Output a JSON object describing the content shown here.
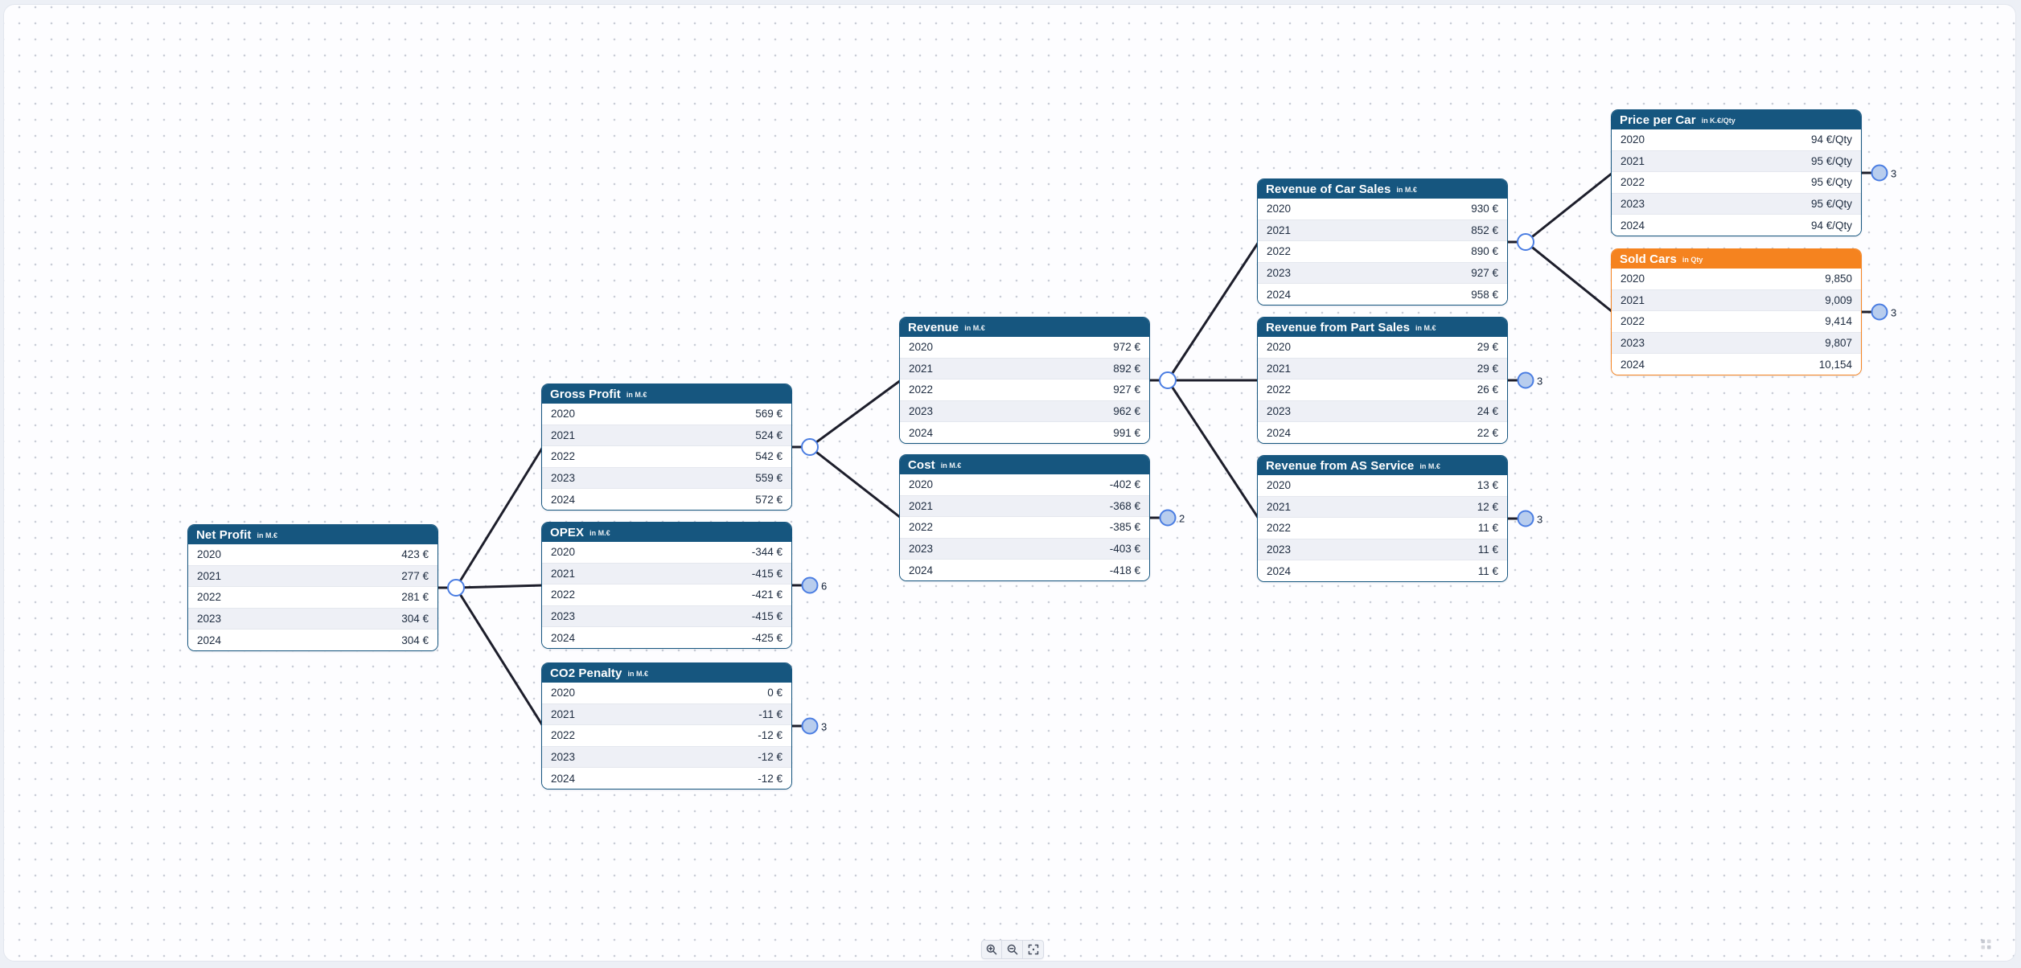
{
  "diagram": {
    "nodes": [
      {
        "id": "net-profit",
        "title": "Net Profit",
        "unit": "in M.€",
        "theme": "blue",
        "years": [
          "2020",
          "2021",
          "2022",
          "2023",
          "2024"
        ],
        "values": [
          "423 €",
          "277 €",
          "281 €",
          "304 €",
          "304 €"
        ],
        "connector": "expanded",
        "badge": null
      },
      {
        "id": "gross-profit",
        "title": "Gross Profit",
        "unit": "in M.€",
        "theme": "blue",
        "years": [
          "2020",
          "2021",
          "2022",
          "2023",
          "2024"
        ],
        "values": [
          "569 €",
          "524 €",
          "542 €",
          "559 €",
          "572 €"
        ],
        "connector": "expanded",
        "badge": null
      },
      {
        "id": "opex",
        "title": "OPEX",
        "unit": "in M.€",
        "theme": "blue",
        "years": [
          "2020",
          "2021",
          "2022",
          "2023",
          "2024"
        ],
        "values": [
          "-344 €",
          "-415 €",
          "-421 €",
          "-415 €",
          "-425 €"
        ],
        "connector": "collapsed",
        "badge": "6"
      },
      {
        "id": "co2-penalty",
        "title": "CO2 Penalty",
        "unit": "in M.€",
        "theme": "blue",
        "years": [
          "2020",
          "2021",
          "2022",
          "2023",
          "2024"
        ],
        "values": [
          "0 €",
          "-11 €",
          "-12 €",
          "-12 €",
          "-12 €"
        ],
        "connector": "collapsed",
        "badge": "3"
      },
      {
        "id": "revenue",
        "title": "Revenue",
        "unit": "in M.€",
        "theme": "blue",
        "years": [
          "2020",
          "2021",
          "2022",
          "2023",
          "2024"
        ],
        "values": [
          "972 €",
          "892 €",
          "927 €",
          "962 €",
          "991 €"
        ],
        "connector": "expanded",
        "badge": null
      },
      {
        "id": "cost",
        "title": "Cost",
        "unit": "in M.€",
        "theme": "blue",
        "years": [
          "2020",
          "2021",
          "2022",
          "2023",
          "2024"
        ],
        "values": [
          "-402 €",
          "-368 €",
          "-385 €",
          "-403 €",
          "-418 €"
        ],
        "connector": "collapsed",
        "badge": "2"
      },
      {
        "id": "revenue-of-car-sales",
        "title": "Revenue of Car Sales",
        "unit": "in M.€",
        "theme": "blue",
        "years": [
          "2020",
          "2021",
          "2022",
          "2023",
          "2024"
        ],
        "values": [
          "930 €",
          "852 €",
          "890 €",
          "927 €",
          "958 €"
        ],
        "connector": "expanded",
        "badge": null
      },
      {
        "id": "revenue-from-part-sales",
        "title": "Revenue from Part Sales",
        "unit": "in M.€",
        "theme": "blue",
        "years": [
          "2020",
          "2021",
          "2022",
          "2023",
          "2024"
        ],
        "values": [
          "29 €",
          "29 €",
          "26 €",
          "24 €",
          "22 €"
        ],
        "connector": "collapsed",
        "badge": "3"
      },
      {
        "id": "revenue-from-as-service",
        "title": "Revenue from AS Service",
        "unit": "in M.€",
        "theme": "blue",
        "years": [
          "2020",
          "2021",
          "2022",
          "2023",
          "2024"
        ],
        "values": [
          "13 €",
          "12 €",
          "11 €",
          "11 €",
          "11 €"
        ],
        "connector": "collapsed",
        "badge": "3"
      },
      {
        "id": "price-per-car",
        "title": "Price per Car",
        "unit": "in K.€/Qty",
        "theme": "blue",
        "years": [
          "2020",
          "2021",
          "2022",
          "2023",
          "2024"
        ],
        "values": [
          "94 €/Qty",
          "95 €/Qty",
          "95 €/Qty",
          "95 €/Qty",
          "94 €/Qty"
        ],
        "connector": "collapsed",
        "badge": "3"
      },
      {
        "id": "sold-cars",
        "title": "Sold Cars",
        "unit": "in Qty",
        "theme": "orange",
        "years": [
          "2020",
          "2021",
          "2022",
          "2023",
          "2024"
        ],
        "values": [
          "9,850",
          "9,009",
          "9,414",
          "9,807",
          "10,154"
        ],
        "connector": "collapsed",
        "badge": "3"
      }
    ],
    "edges": [
      {
        "from": "net-profit",
        "to": "gross-profit"
      },
      {
        "from": "net-profit",
        "to": "opex"
      },
      {
        "from": "net-profit",
        "to": "co2-penalty"
      },
      {
        "from": "gross-profit",
        "to": "revenue"
      },
      {
        "from": "gross-profit",
        "to": "cost"
      },
      {
        "from": "revenue",
        "to": "revenue-of-car-sales"
      },
      {
        "from": "revenue",
        "to": "revenue-from-part-sales"
      },
      {
        "from": "revenue",
        "to": "revenue-from-as-service"
      },
      {
        "from": "revenue-of-car-sales",
        "to": "price-per-car"
      },
      {
        "from": "revenue-of-car-sales",
        "to": "sold-cars"
      }
    ]
  },
  "controls": {
    "icons": {
      "zoom_in": "magnifier-plus",
      "zoom_out": "magnifier-minus",
      "fit_view": "fit-frame"
    }
  },
  "attribution_icon": "flow-logo",
  "colors": {
    "header_blue": "#16567F",
    "header_orange": "#F5831F",
    "edge": "#1D1E2B",
    "connector_stroke": "#4A7DE2",
    "badge_fill": "#B8CDEE",
    "badge_stroke": "#4A7DE2",
    "row_alt": "#EEF0F6",
    "canvas_bg": "#FDFDFF",
    "dot_grid": "#C9CDD7"
  }
}
